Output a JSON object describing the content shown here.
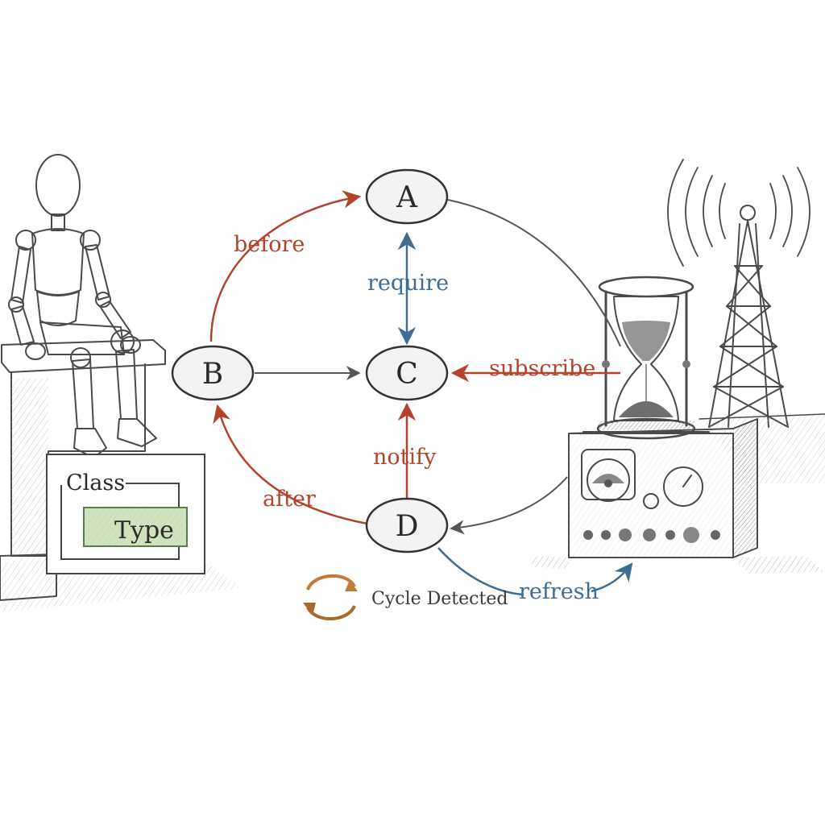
{
  "nodes": {
    "a": "A",
    "b": "B",
    "c": "C",
    "d": "D"
  },
  "edges": {
    "before": "before",
    "require": "require",
    "subscribe": "subscribe",
    "notify": "notify",
    "after": "after",
    "refresh": "refresh"
  },
  "class_box": {
    "class_label": "Class",
    "type_label": "Type"
  },
  "status": {
    "cycle_label": "Cycle Detected"
  },
  "colors": {
    "red_edge": "#b5432c",
    "blue_edge": "#3f6c93",
    "gray_edge": "#555555",
    "type_fill": "#cfe3bd",
    "cycle_icon": "#c07a35"
  },
  "icons": {
    "mannequin": "mannequin-figure-icon",
    "hourglass": "hourglass-icon",
    "radio_tower": "radio-tower-icon",
    "radio_receiver": "radio-receiver-icon",
    "cycle": "cycle-arrows-icon"
  }
}
